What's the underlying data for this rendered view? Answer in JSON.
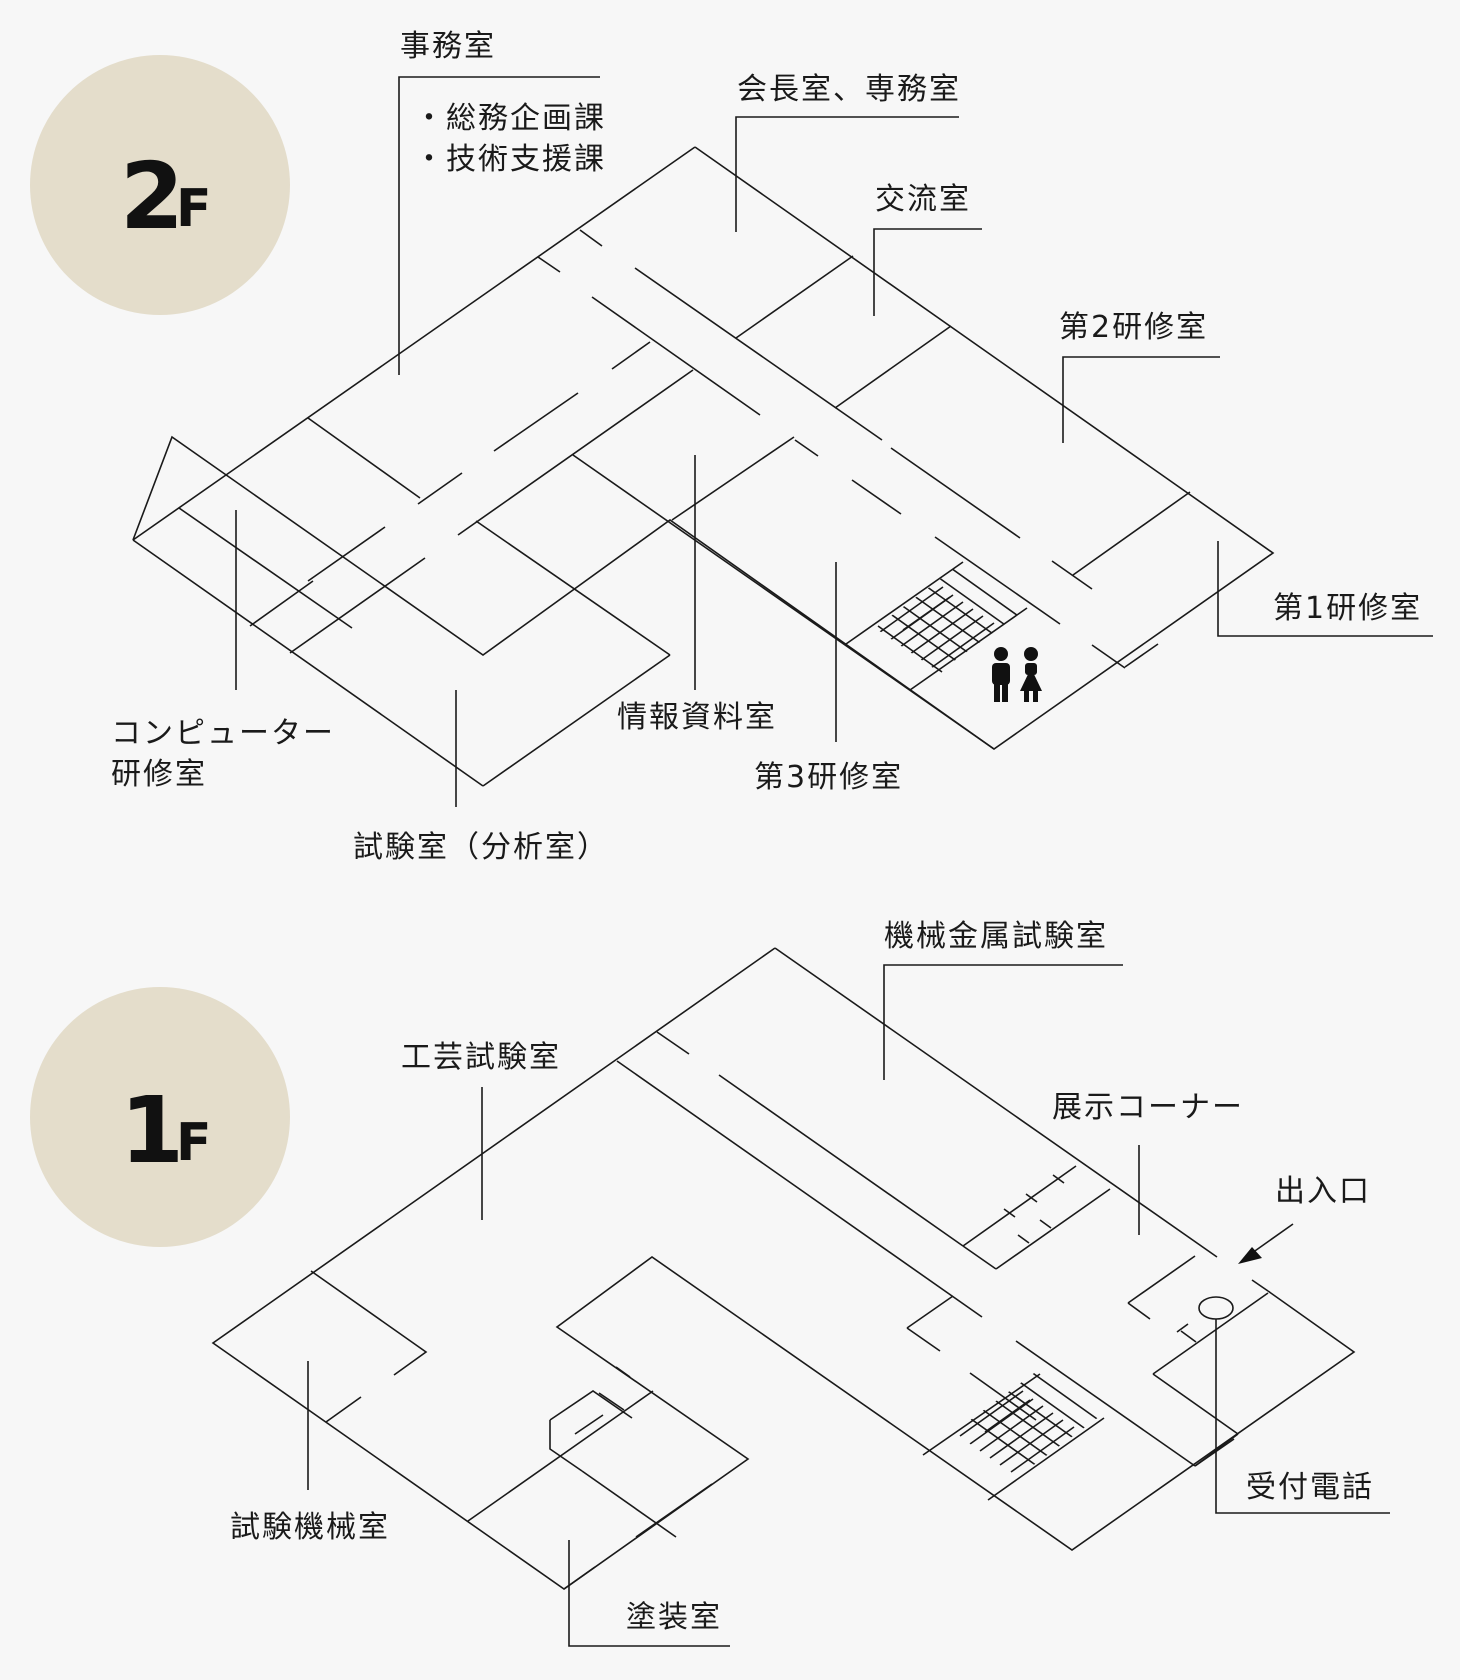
{
  "colors": {
    "background": "#f7f7f7",
    "badge": "#e4ddcb",
    "line": "#1a1a1a"
  },
  "floor2": {
    "badge_number": "2",
    "badge_suffix": "F",
    "labels": {
      "jimushitsu": "事務室",
      "somu_kikaku": "・総務企画課",
      "gijutsu_shien": "・技術支援課",
      "kaicho": "会長室、専務室",
      "koryu": "交流室",
      "kenshu2": "第2研修室",
      "kenshu1": "第1研修室",
      "computer_line1": "コンピューター",
      "computer_line2": "研修室",
      "joho_shiryo": "情報資料室",
      "kenshu3": "第3研修室",
      "shiken": "試験室（分析室）"
    },
    "icons": {
      "restroom": "restroom-icon",
      "stairs": "stairs-icon"
    }
  },
  "floor1": {
    "badge_number": "1",
    "badge_suffix": "F",
    "labels": {
      "kikai_kinzoku": "機械金属試験室",
      "kogei": "工芸試験室",
      "tenji": "展示コーナー",
      "deiriguchi": "出入口",
      "uketsuke": "受付電話",
      "shiken_kikai": "試験機械室",
      "toso": "塗装室"
    },
    "icons": {
      "stairs": "stairs-icon",
      "telephone": "telephone-icon",
      "entrance_arrow": "arrow-icon"
    }
  }
}
